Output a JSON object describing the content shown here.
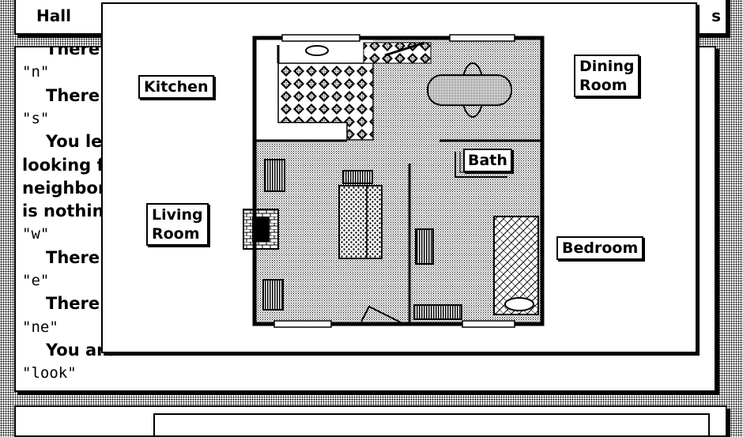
{
  "title_window": {
    "location": "Hall",
    "right_edge": "s"
  },
  "transcript": {
    "lines": [
      {
        "kind": "resp",
        "text": "There"
      },
      {
        "kind": "cmd",
        "text": "\"n\""
      },
      {
        "kind": "resp",
        "text": "There"
      },
      {
        "kind": "cmd",
        "text": "\"s\""
      },
      {
        "kind": "resp",
        "text": "You le"
      },
      {
        "kind": "plain",
        "text": "looking f"
      },
      {
        "kind": "plain",
        "text": "neighbor"
      },
      {
        "kind": "plain",
        "text": "is nothin"
      },
      {
        "kind": "cmd",
        "text": "\"w\""
      },
      {
        "kind": "resp",
        "text": "There"
      },
      {
        "kind": "cmd",
        "text": "\"e\""
      },
      {
        "kind": "resp",
        "text": "There"
      },
      {
        "kind": "cmd",
        "text": "\"ne\""
      },
      {
        "kind": "resp",
        "text": "You are"
      },
      {
        "kind": "cmd",
        "text": "\"look\""
      }
    ]
  },
  "map": {
    "rooms": {
      "kitchen": "Kitchen",
      "dining": "Dining\nRoom",
      "bath": "Bath",
      "living": "Living\nRoom",
      "bedroom": "Bedroom"
    }
  },
  "colors": {
    "background": "#ffffff",
    "ink": "#000000"
  }
}
